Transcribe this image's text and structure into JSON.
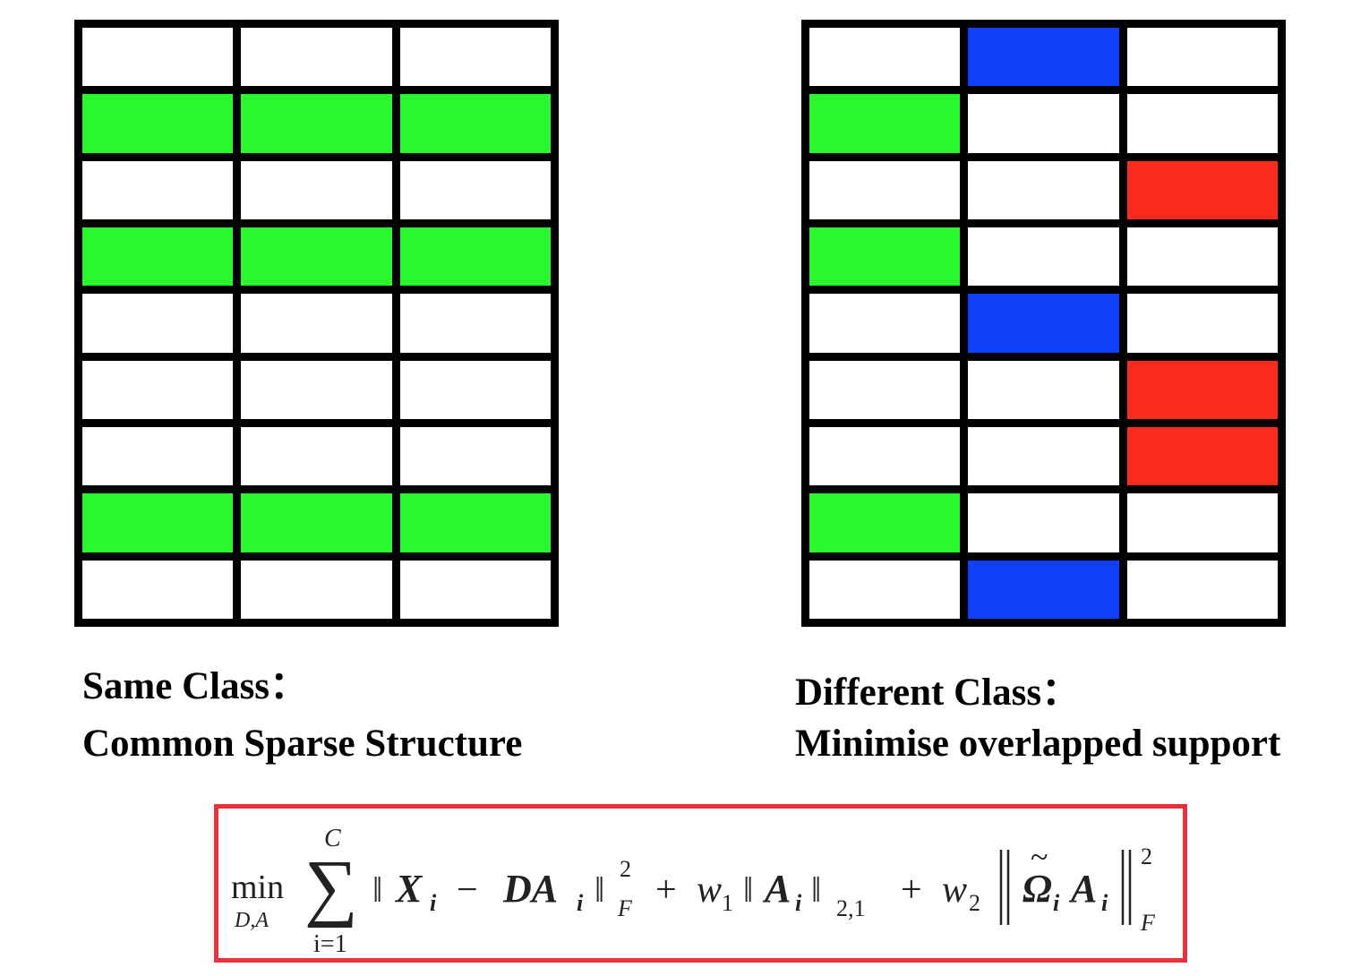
{
  "colors": {
    "background": "#ffffff",
    "grid_line": "#000000",
    "empty": "#ffffff",
    "green": "#2bf72e",
    "blue": "#1040f8",
    "red": "#fb2b20",
    "formula_border": "#e8323c",
    "formula_text": "#222222"
  },
  "left_panel": {
    "caption_line1": "Same Class：",
    "caption_line2": "Common Sparse Structure",
    "cells": [
      [
        "empty",
        "empty",
        "empty"
      ],
      [
        "green",
        "green",
        "green"
      ],
      [
        "empty",
        "empty",
        "empty"
      ],
      [
        "green",
        "green",
        "green"
      ],
      [
        "empty",
        "empty",
        "empty"
      ],
      [
        "empty",
        "empty",
        "empty"
      ],
      [
        "empty",
        "empty",
        "empty"
      ],
      [
        "green",
        "green",
        "green"
      ],
      [
        "empty",
        "empty",
        "empty"
      ]
    ]
  },
  "right_panel": {
    "caption_line1": "Different Class：",
    "caption_line2": "Minimise overlapped support",
    "cells": [
      [
        "empty",
        "blue",
        "empty"
      ],
      [
        "green",
        "empty",
        "empty"
      ],
      [
        "empty",
        "empty",
        "red"
      ],
      [
        "green",
        "empty",
        "empty"
      ],
      [
        "empty",
        "blue",
        "empty"
      ],
      [
        "empty",
        "empty",
        "red"
      ],
      [
        "empty",
        "empty",
        "red"
      ],
      [
        "green",
        "empty",
        "empty"
      ],
      [
        "empty",
        "blue",
        "empty"
      ]
    ]
  },
  "formula": {
    "min": "min",
    "min_sub": "D,A",
    "sum_upper": "C",
    "sum_sym": "∑",
    "sum_lower": "i=1",
    "norm1_open": "‖",
    "X": "X",
    "idx": "i",
    "minus": "−",
    "DA": "DA",
    "norm1_close": "‖",
    "exp2": "2",
    "subF": "F",
    "plus": "+",
    "w": "w",
    "one": "1",
    "two": "2",
    "A": "A",
    "sub21": "2,1",
    "Omega": "Ω",
    "tilde": "~"
  }
}
